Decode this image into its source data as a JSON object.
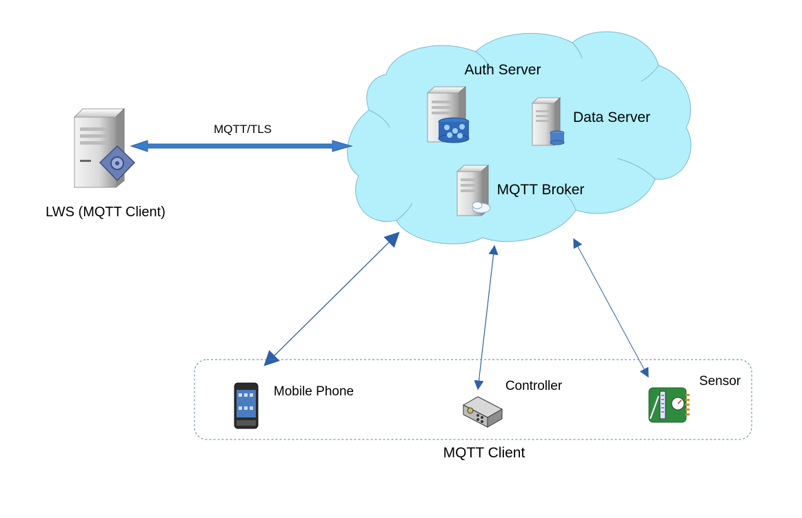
{
  "lws": {
    "label": "LWS (MQTT Client)",
    "icon": "server-gear-icon"
  },
  "link_protocol": "MQTT/TLS",
  "cloud": {
    "auth_server": "Auth Server",
    "data_server": "Data Server",
    "mqtt_broker": "MQTT Broker",
    "color": "#b3f0fb"
  },
  "clients": {
    "group_label": "MQTT Client",
    "mobile_phone": "Mobile Phone",
    "controller": "Controller",
    "sensor": "Sensor"
  },
  "colors": {
    "arrow": "#2e5fa8",
    "thick_arrow": "#3a7dc9"
  }
}
